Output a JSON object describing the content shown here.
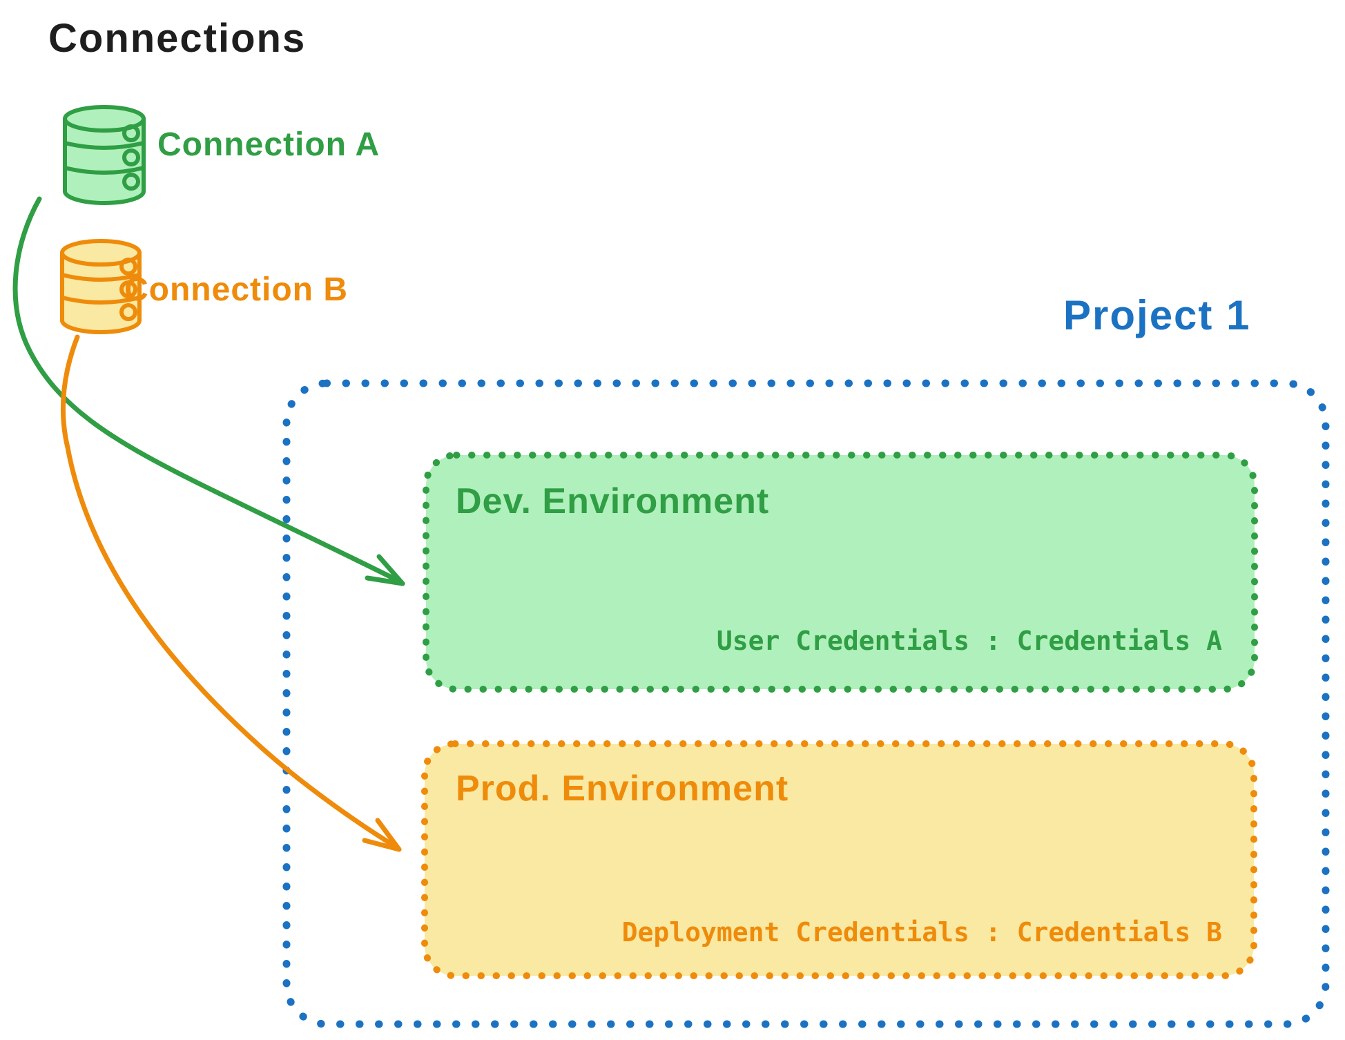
{
  "title": "Connections",
  "colors": {
    "text_black": "#1e1e1e",
    "green_stroke": "#2f9e44",
    "green_fill": "#b0f0bc",
    "orange_stroke": "#ef8b0b",
    "orange_fill": "#f9e9a2",
    "blue": "#1c72c2"
  },
  "connections": [
    {
      "label": "Connection A",
      "color": "#2f9e44",
      "icon": "database-icon"
    },
    {
      "label": "Connection B",
      "color": "#ef8b0b",
      "icon": "database-icon"
    }
  ],
  "project": {
    "label": "Project 1",
    "environments": [
      {
        "name": "Dev. Environment",
        "credentials_line": "User Credentials : Credentials A",
        "color": "#2f9e44"
      },
      {
        "name": "Prod. Environment",
        "credentials_line": "Deployment Credentials : Credentials B",
        "color": "#ef8b0b"
      }
    ]
  },
  "arrows": [
    {
      "name": "connection-a-to-dev-environment",
      "color": "#2f9e44"
    },
    {
      "name": "connection-b-to-prod-environment",
      "color": "#ef8b0b"
    }
  ]
}
